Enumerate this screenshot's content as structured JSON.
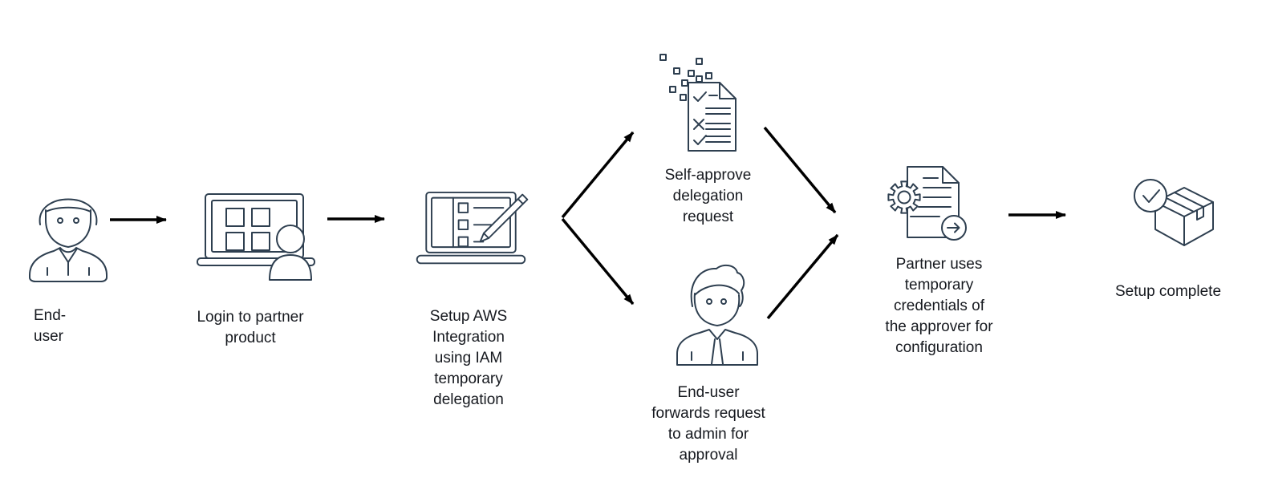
{
  "diagram": {
    "name": "aws-iam-temporary-delegation-flow",
    "background_color": "#ffffff",
    "icon_stroke_color": "#2e3f50",
    "arrow_color": "#000000",
    "text_color": "#16191f",
    "steps": [
      {
        "id": "end-user",
        "icon": "user-icon",
        "label": "End-\nuser"
      },
      {
        "id": "login-partner",
        "icon": "laptop-user-icon",
        "label": "Login to partner\nproduct"
      },
      {
        "id": "setup-aws",
        "icon": "laptop-checklist-pencil-icon",
        "label": "Setup AWS\nIntegration\nusing IAM\ntemporary\ndelegation"
      },
      {
        "id": "self-approve",
        "icon": "approval-document-icon",
        "label": "Self-approve\ndelegation\nrequest"
      },
      {
        "id": "forward-admin",
        "icon": "admin-user-icon",
        "label": "End-user\nforwards request\nto admin for\napproval"
      },
      {
        "id": "partner-credentials",
        "icon": "gear-document-icon",
        "label": "Partner uses\ntemporary\ncredentials of\nthe approver for\nconfiguration"
      },
      {
        "id": "setup-complete",
        "icon": "package-check-icon",
        "label": "Setup complete"
      }
    ],
    "connections": [
      {
        "from": "end-user",
        "to": "login-partner"
      },
      {
        "from": "login-partner",
        "to": "setup-aws"
      },
      {
        "from": "setup-aws",
        "to": "self-approve"
      },
      {
        "from": "setup-aws",
        "to": "forward-admin"
      },
      {
        "from": "self-approve",
        "to": "partner-credentials"
      },
      {
        "from": "forward-admin",
        "to": "partner-credentials"
      },
      {
        "from": "partner-credentials",
        "to": "setup-complete"
      }
    ]
  }
}
